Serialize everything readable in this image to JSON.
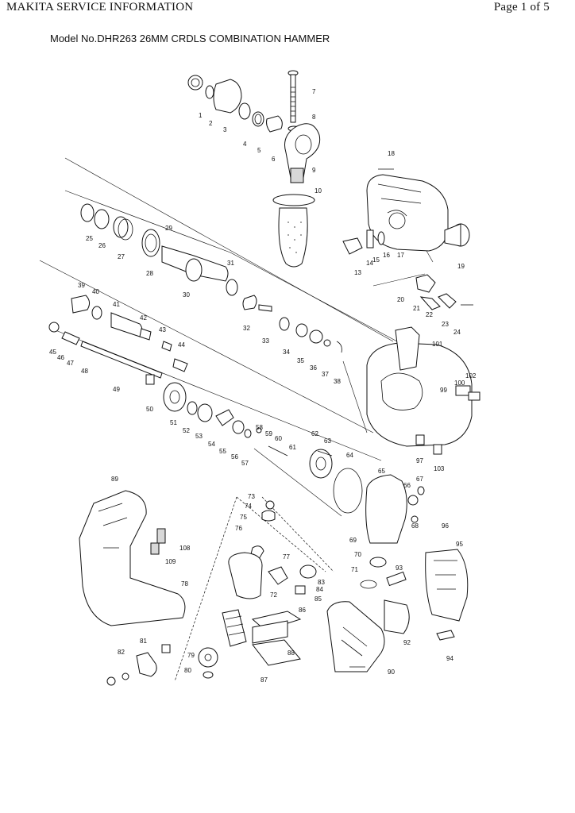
{
  "header": {
    "left": "MAKITA SERVICE INFORMATION",
    "right": "Page 1 of 5"
  },
  "title": "Model No.DHR263 26MM CRDLS COMBINATION HAMMER",
  "part_labels": [
    "1",
    "2",
    "3",
    "4",
    "5",
    "6",
    "7",
    "8",
    "9",
    "10",
    "13",
    "14",
    "15",
    "16",
    "17",
    "18",
    "19",
    "20",
    "21",
    "22",
    "23",
    "24",
    "25",
    "26",
    "27",
    "28",
    "29",
    "30",
    "31",
    "32",
    "33",
    "34",
    "35",
    "36",
    "37",
    "38",
    "39",
    "40",
    "41",
    "42",
    "43",
    "44",
    "45",
    "46",
    "47",
    "48",
    "49",
    "50",
    "51",
    "52",
    "53",
    "54",
    "55",
    "56",
    "57",
    "58",
    "59",
    "60",
    "61",
    "62",
    "63",
    "64",
    "65",
    "66",
    "67",
    "68",
    "69",
    "70",
    "71",
    "72",
    "73",
    "74",
    "75",
    "76",
    "77",
    "78",
    "79",
    "80",
    "81",
    "82",
    "83",
    "84",
    "85",
    "86",
    "87",
    "88",
    "89",
    "90",
    "92",
    "93",
    "94",
    "95",
    "96",
    "97",
    "99",
    "100",
    "101",
    "102",
    "103",
    "108",
    "109"
  ]
}
